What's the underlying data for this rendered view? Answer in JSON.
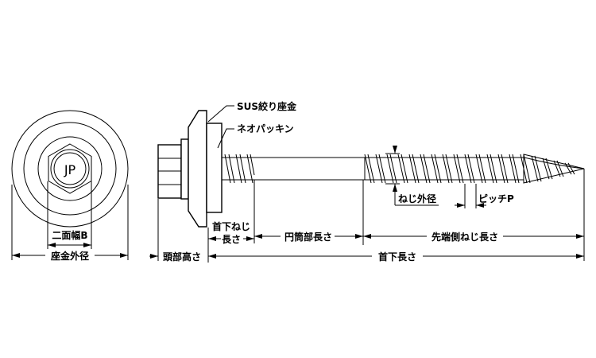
{
  "logo": "JP",
  "labels": {
    "sus_washer": "SUS絞り座金",
    "neo_packing": "ネオパッキン",
    "across_flats": "二面幅B",
    "washer_diameter": "座金外径",
    "head_height": "頭部高さ",
    "under_head_thread_1": "首下ねじ",
    "under_head_thread_2": "長さ",
    "cylinder_length": "円筒部長さ",
    "tip_thread_length": "先端側ねじ長さ",
    "under_head_length": "首下長さ",
    "thread_diameter": "ねじ外径",
    "pitch": "ピッチP"
  }
}
